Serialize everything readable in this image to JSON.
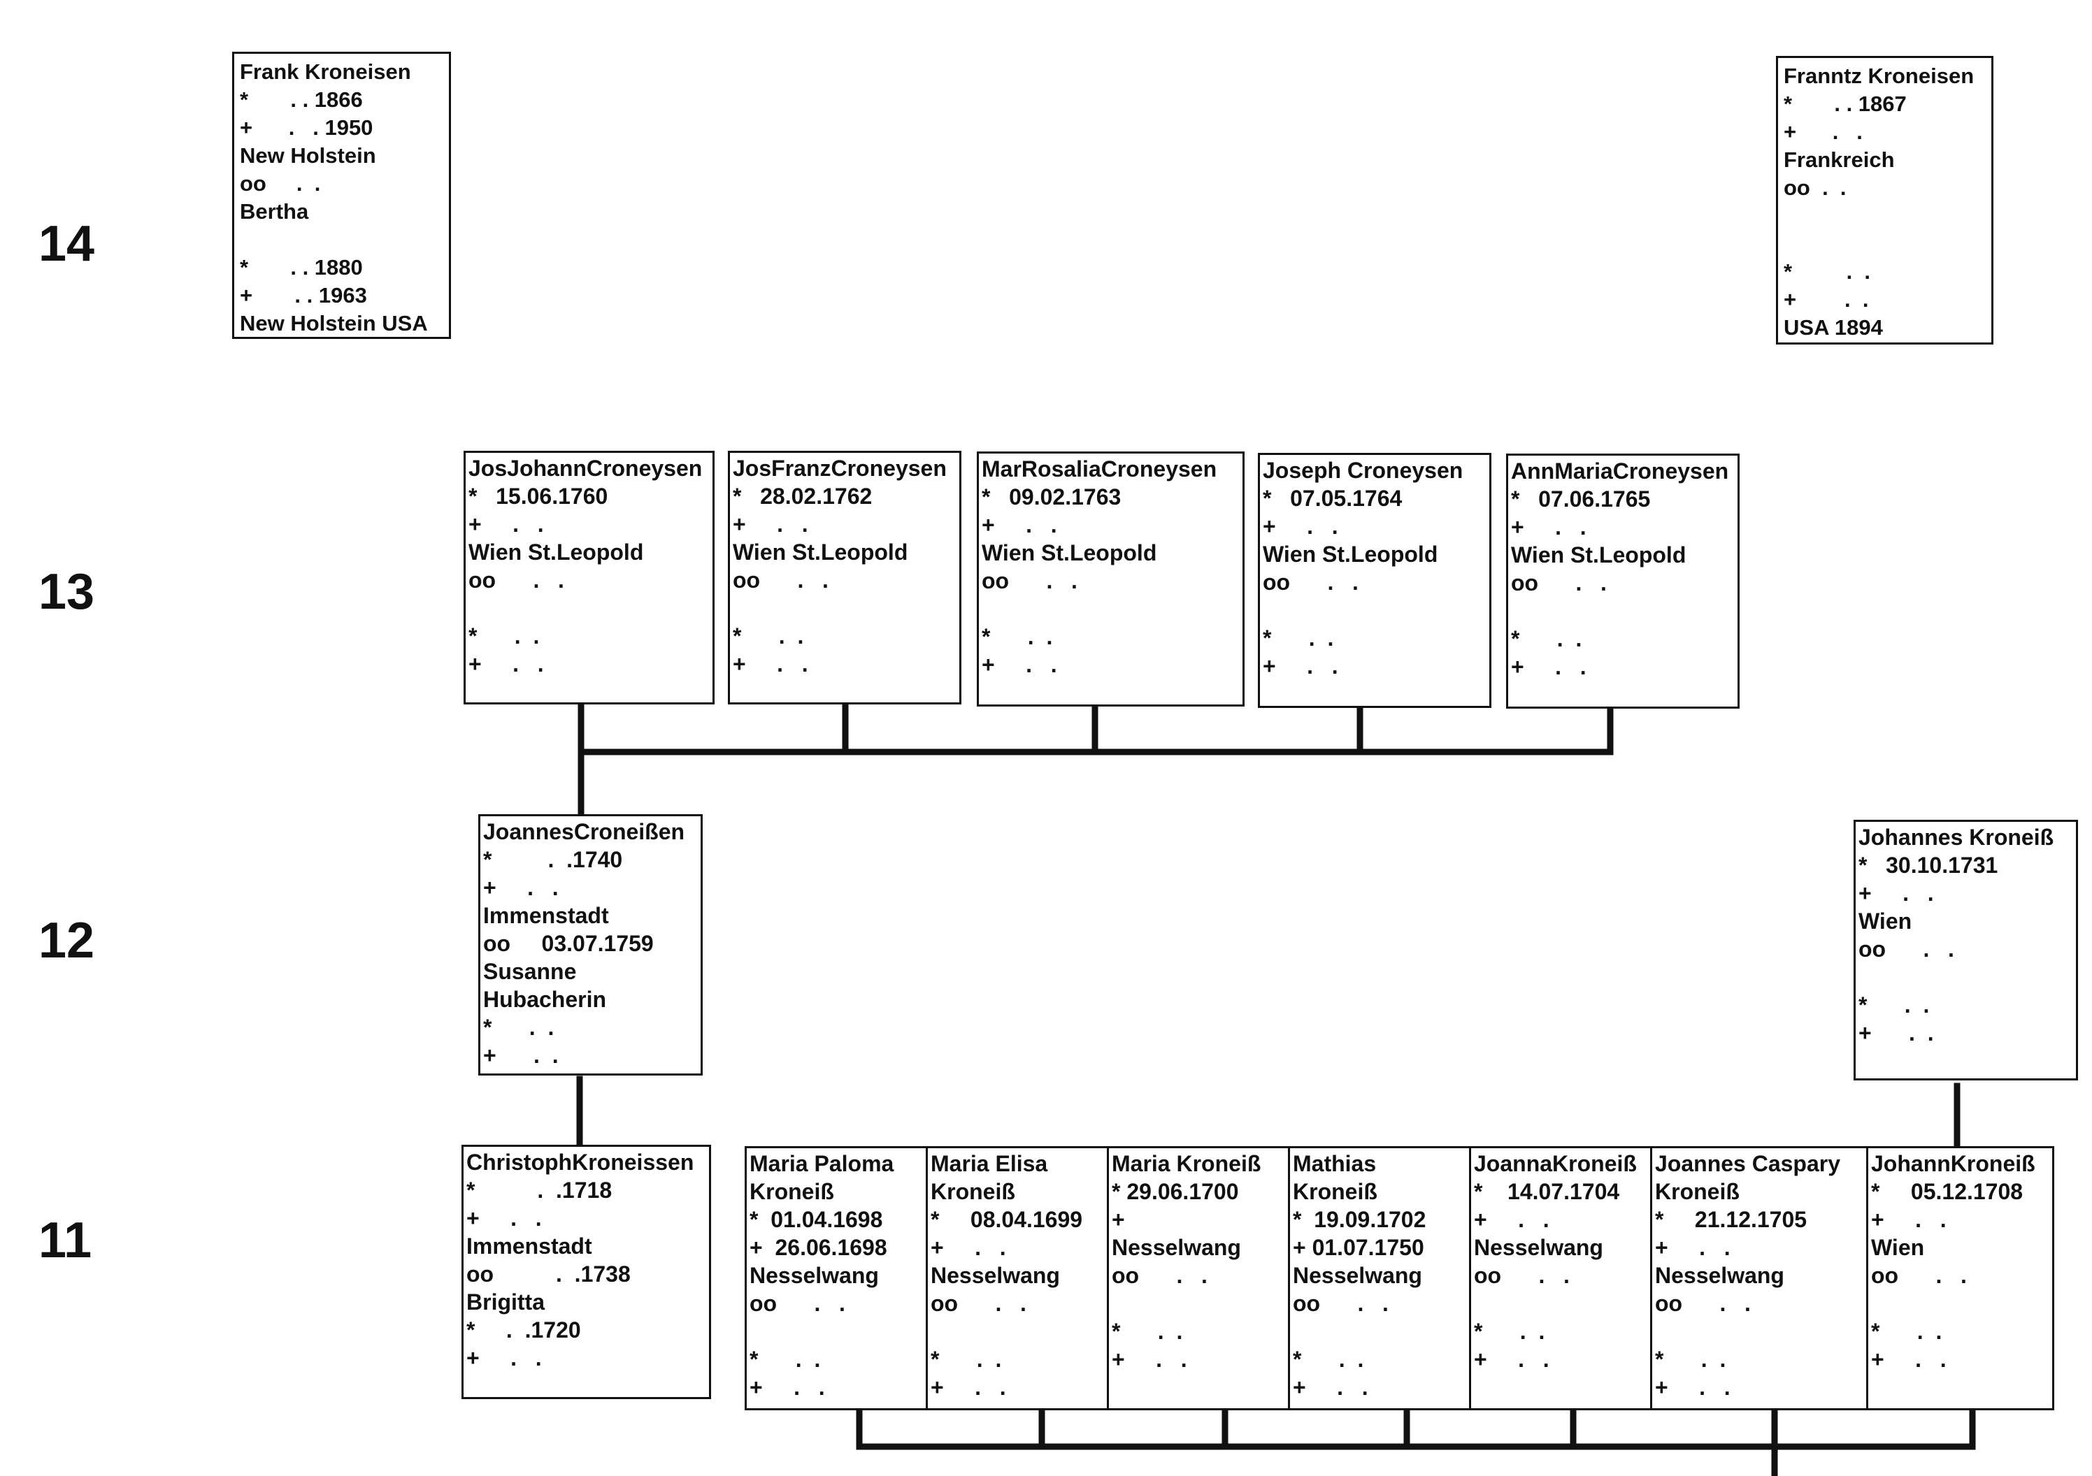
{
  "generations": [
    "14",
    "13",
    "12",
    "11"
  ],
  "people": [
    {
      "id": "frank",
      "lines": [
        "Frank Kroneisen",
        "*       . . 1866",
        "+      .   . 1950",
        "New Holstein",
        "oo     .  .",
        "Bertha",
        "",
        "*       . . 1880",
        "+       . . 1963",
        "New Holstein USA"
      ]
    },
    {
      "id": "franntz",
      "lines": [
        "Franntz Kroneisen",
        "*       . . 1867",
        "+      .   .",
        "Frankreich",
        "oo  .  .",
        "",
        "",
        "*         .  .",
        "+        .  .",
        "USA 1894"
      ]
    },
    {
      "id": "josjohann",
      "lines": [
        "JosJohannCroneysen",
        "*   15.06.1760",
        "+     .   .",
        "Wien St.Leopold",
        "oo      .   .",
        "",
        "*      .  .",
        "+     .   ."
      ]
    },
    {
      "id": "josfranz",
      "lines": [
        "JosFranzCroneysen",
        "*   28.02.1762",
        "+     .   .",
        "Wien St.Leopold",
        "oo      .   .",
        "",
        "*      .  .",
        "+     .   ."
      ]
    },
    {
      "id": "marrosalia",
      "lines": [
        "MarRosaliaCroneysen",
        "*   09.02.1763",
        "+     .   .",
        "Wien St.Leopold",
        "oo      .   .",
        "",
        "*      .  .",
        "+     .   ."
      ]
    },
    {
      "id": "joseph",
      "lines": [
        "Joseph Croneysen",
        "*   07.05.1764",
        "+     .   .",
        "Wien St.Leopold",
        "oo      .   .",
        "",
        "*      .  .",
        "+     .   ."
      ]
    },
    {
      "id": "annmaria",
      "lines": [
        "AnnMariaCroneysen",
        "*   07.06.1765",
        "+     .   .",
        "Wien St.Leopold",
        "oo      .   .",
        "",
        "*      .  .",
        "+     .   ."
      ]
    },
    {
      "id": "joannes",
      "lines": [
        "JoannesCroneißen",
        "*         .  .1740",
        "+     .   .",
        "Immenstadt",
        "oo     03.07.1759",
        "Susanne",
        "Hubacherin",
        "*      .  .",
        "+      .  ."
      ]
    },
    {
      "id": "johannes",
      "lines": [
        "Johannes Kroneiß",
        "*   30.10.1731",
        "+     .   .",
        "Wien",
        "oo      .   .",
        "",
        "*      .  .",
        "+      .  ."
      ]
    },
    {
      "id": "christoph",
      "lines": [
        "ChristophKroneissen",
        "*          .  .1718",
        "+     .   .",
        "Immenstadt",
        "oo          .  .1738",
        "Brigitta",
        "*     .  .1720",
        "+     .   ."
      ]
    },
    {
      "id": "mpaloma",
      "lines": [
        "Maria Paloma",
        "Kroneiß",
        "*  01.04.1698",
        "+  26.06.1698",
        "Nesselwang",
        "oo      .   .",
        "",
        "*      .  .",
        "+     .   ."
      ]
    },
    {
      "id": "melisa",
      "lines": [
        "Maria Elisa",
        "Kroneiß",
        "*     08.04.1699",
        "+     .   .",
        "Nesselwang",
        "oo      .   .",
        "",
        "*      .  .",
        "+     .   ."
      ]
    },
    {
      "id": "mkroneiss",
      "lines": [
        "Maria Kroneiß",
        "* 29.06.1700",
        "+",
        "Nesselwang",
        "oo      .   .",
        "",
        "*      .  .",
        "+     .   ."
      ]
    },
    {
      "id": "mathias",
      "lines": [
        "Mathias",
        "Kroneiß",
        "*  19.09.1702",
        "+ 01.07.1750",
        "Nesselwang",
        "oo      .   .",
        "",
        "*      .  .",
        "+     .   ."
      ]
    },
    {
      "id": "joanna",
      "lines": [
        "JoannaKroneiß",
        "*    14.07.1704",
        "+     .   .",
        "Nesselwang",
        "oo      .   .",
        "",
        "*      .  .",
        "+     .   ."
      ]
    },
    {
      "id": "jcaspary",
      "lines": [
        "Joannes Caspary",
        "Kroneiß",
        "*     21.12.1705",
        "+     .   .",
        "Nesselwang",
        "oo      .   .",
        "",
        "*      .  .",
        "+     .   ."
      ]
    },
    {
      "id": "johann",
      "lines": [
        "JohannKroneiß",
        "*     05.12.1708",
        "+     .   .",
        "Wien",
        "oo      .   .",
        "",
        "*      .  .",
        "+     .   ."
      ]
    }
  ]
}
